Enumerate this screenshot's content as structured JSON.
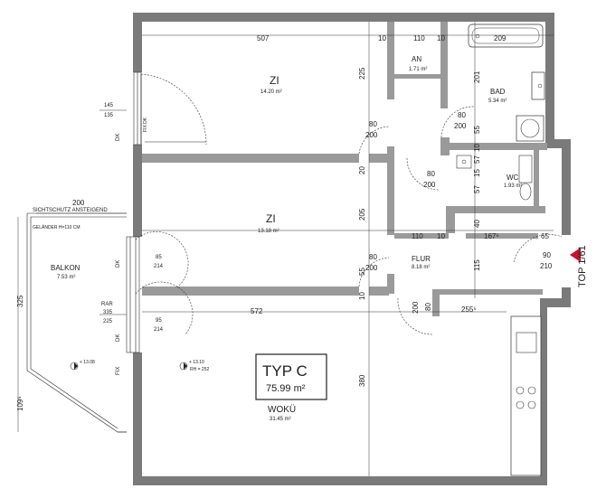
{
  "plan": {
    "type_label": "TYP C",
    "total_area": "75.99 m²",
    "top_label": "TOP 1/61",
    "rooms": {
      "zi1": {
        "name": "ZI",
        "area": "14.20 m²"
      },
      "zi2": {
        "name": "ZI",
        "area": "13.18 m²"
      },
      "an": {
        "name": "AN",
        "area": "1.71 m²"
      },
      "bad": {
        "name": "BAD",
        "area": "5.34 m²"
      },
      "wc": {
        "name": "WC",
        "area": "1.93 m²"
      },
      "flur": {
        "name": "FLUR",
        "area": "8.18 m²"
      },
      "woku": {
        "name": "WOKÜ",
        "area": "31.45 m²"
      },
      "balkon": {
        "name": "BALKON",
        "area": "7.53 m²"
      }
    },
    "dims": {
      "d507": "507",
      "d10a": "10",
      "d110a": "110",
      "d10b": "10",
      "d209": "209",
      "d225": "225",
      "d20": "20",
      "d205": "205",
      "d10c": "10",
      "d380": "380",
      "d201": "201",
      "d55a": "55",
      "d10d": "10",
      "d57a": "57",
      "d57b": "57",
      "d15": "15",
      "d40": "40",
      "d115": "115",
      "d55b": "55",
      "d110b": "110",
      "d10e": "10",
      "d167": "167⁵",
      "d65": "65",
      "d572": "572",
      "d255": "255⁵",
      "d200": "200",
      "d325": "325",
      "d109": "109⁵",
      "d145": "145",
      "d135": "135",
      "d335": "335",
      "d225b": "225",
      "d85": "85",
      "d214a": "214",
      "d95": "95",
      "d214b": "214"
    },
    "doors": {
      "zi1_w": "80",
      "zi1_h": "200",
      "bad_w": "80",
      "bad_h": "200",
      "wc_w": "80",
      "wc_h": "200",
      "zi2_w": "80",
      "zi2_h": "200",
      "entry_w": "90",
      "entry_h": "210",
      "woku_w": "80",
      "woku_h": "200"
    },
    "labels": {
      "sichtschutz": "SICHTSCHUTZ ANSTEIGEND",
      "gelaender": "GELÄNDER H=110 CM",
      "dk1": "DK",
      "dk2": "DK",
      "rar": "RAR",
      "fix": "FIX",
      "dk3": "DK",
      "level1": "+ 13.08",
      "level2": "+ 13.10",
      "rh": "RH = 252",
      "fixdk": "FIX DK"
    }
  }
}
